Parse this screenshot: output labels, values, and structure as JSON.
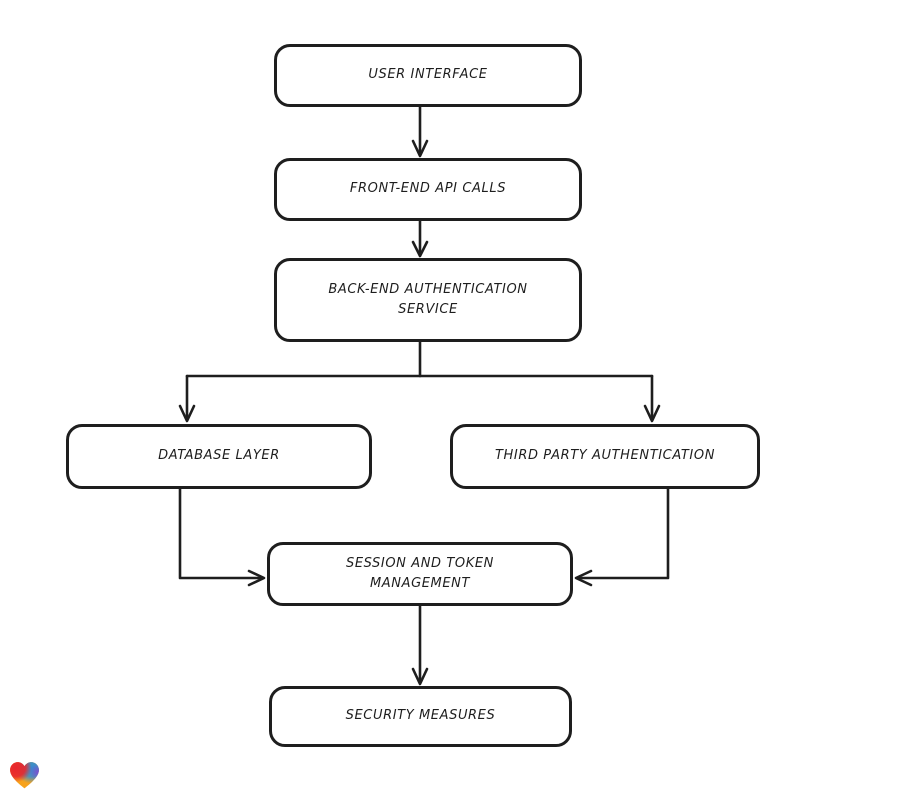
{
  "diagram": {
    "type": "flowchart",
    "nodes": [
      {
        "id": "user-interface",
        "label": "USER INTERFACE"
      },
      {
        "id": "front-end-api-calls",
        "label": "FRONT-END API CALLS"
      },
      {
        "id": "back-end-authentication-service",
        "label": "BACK-END AUTHENTICATION SERVICE"
      },
      {
        "id": "database-layer",
        "label": "DATABASE LAYER"
      },
      {
        "id": "third-party-authentication",
        "label": "THIRD PARTY AUTHENTICATION"
      },
      {
        "id": "session-and-token-management",
        "label": "SESSION AND TOKEN MANAGEMENT"
      },
      {
        "id": "security-measures",
        "label": "SECURITY MEASURES"
      }
    ],
    "edges": [
      {
        "from": "user-interface",
        "to": "front-end-api-calls"
      },
      {
        "from": "front-end-api-calls",
        "to": "back-end-authentication-service"
      },
      {
        "from": "back-end-authentication-service",
        "to": "database-layer"
      },
      {
        "from": "back-end-authentication-service",
        "to": "third-party-authentication"
      },
      {
        "from": "database-layer",
        "to": "session-and-token-management"
      },
      {
        "from": "third-party-authentication",
        "to": "session-and-token-management"
      },
      {
        "from": "session-and-token-management",
        "to": "security-measures"
      }
    ],
    "colors": {
      "stroke": "#1e1e1e",
      "node_fill": "#ffffff",
      "background": "#ffffff"
    }
  },
  "footer": {
    "logo": "heart-gradient-icon",
    "logo_colors": [
      "#e8262d",
      "#2e8fd4",
      "#7a4fd0",
      "#f7a21c"
    ]
  }
}
